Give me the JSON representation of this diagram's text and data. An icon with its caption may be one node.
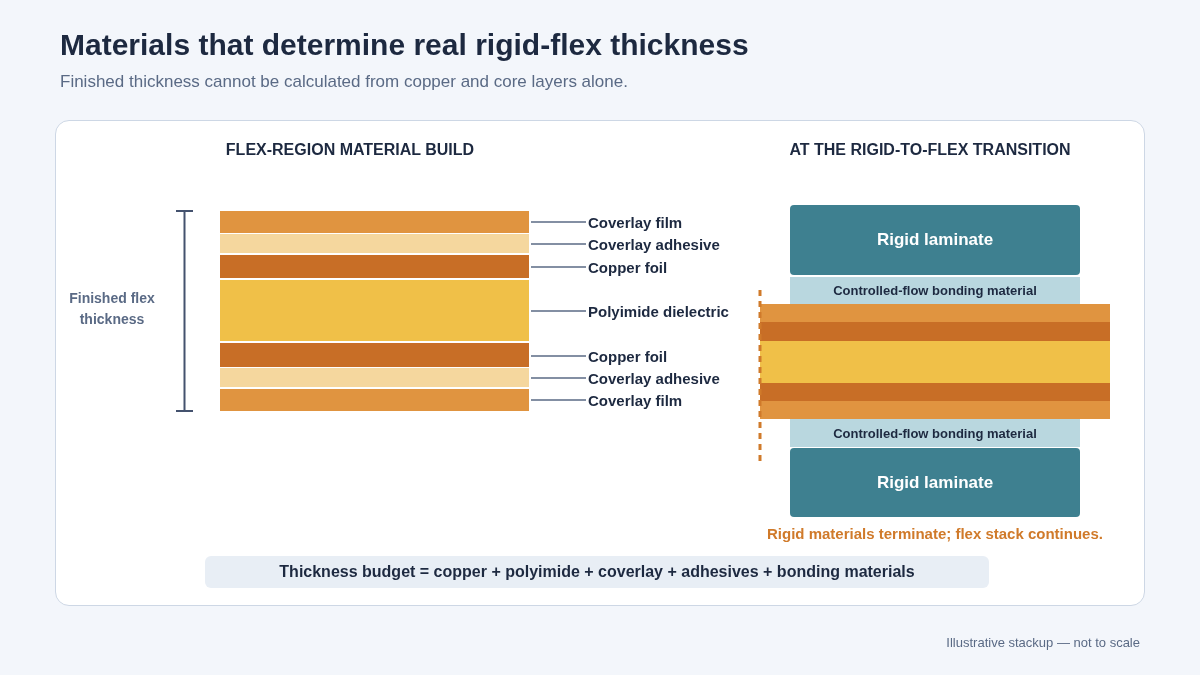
{
  "diagram": {
    "title": "Materials that determine real rigid-flex thickness",
    "caption": "Illustrative stackup — not to scale",
    "nodes": [
      {
        "text": [],
        "shape": "bar"
      },
      {
        "text": [],
        "shape": "bar"
      },
      {
        "text": [],
        "shape": "bar"
      },
      {
        "text": [],
        "shape": "bar"
      },
      {
        "text": [],
        "shape": "bar"
      },
      {
        "text": [],
        "shape": "bar"
      },
      {
        "text": [],
        "shape": "bar"
      },
      {
        "text": [
          "Coverlay film"
        ]
      },
      {
        "text": [
          "Coverlay adhesive"
        ]
      },
      {
        "text": [
          "Copper foil"
        ]
      },
      {
        "text": [
          "Polyimide dielectric"
        ]
      },
      {
        "text": [
          "Copper foil"
        ]
      },
      {
        "text": [
          "Coverlay adhesive"
        ]
      },
      {
        "text": [
          "Coverlay film"
        ]
      },
      {
        "text": [
          "Rigid laminate"
        ]
      },
      {
        "text": [
          "Controlled-flow bonding material"
        ]
      },
      {
        "text": [],
        "shape": "bar"
      },
      {
        "text": [],
        "shape": "bar"
      },
      {
        "text": [],
        "shape": "bar"
      },
      {
        "text": [],
        "shape": "bar"
      },
      {
        "text": [],
        "shape": "bar"
      },
      {
        "text": [
          "Controlled-flow bonding material"
        ]
      },
      {
        "text": [
          "Rigid laminate"
        ]
      },
      {
        "text": [
          "Thickness budget = copper + polyimide + coverlay + adhesives + bonding materials"
        ]
      }
    ],
    "edges": [
      {
        "from": 7,
        "to": 0,
        "arrow": "none"
      },
      {
        "from": 8,
        "to": 1,
        "arrow": "none"
      },
      {
        "from": 9,
        "to": 2,
        "arrow": "none"
      },
      {
        "from": 10,
        "to": 3,
        "arrow": "none"
      },
      {
        "from": 11,
        "to": 4,
        "arrow": "none"
      },
      {
        "from": 12,
        "to": 5,
        "arrow": "none"
      },
      {
        "from": 13,
        "to": 6,
        "arrow": "none"
      }
    ],
    "labels": [
      "Finished thickness cannot be calculated from copper and core layers alone.",
      "FLEX-REGION MATERIAL BUILD",
      "AT THE RIGID-TO-FLEX TRANSITION",
      "Finished flex thickness",
      "Rigid materials terminate; flex stack continues."
    ]
  }
}
